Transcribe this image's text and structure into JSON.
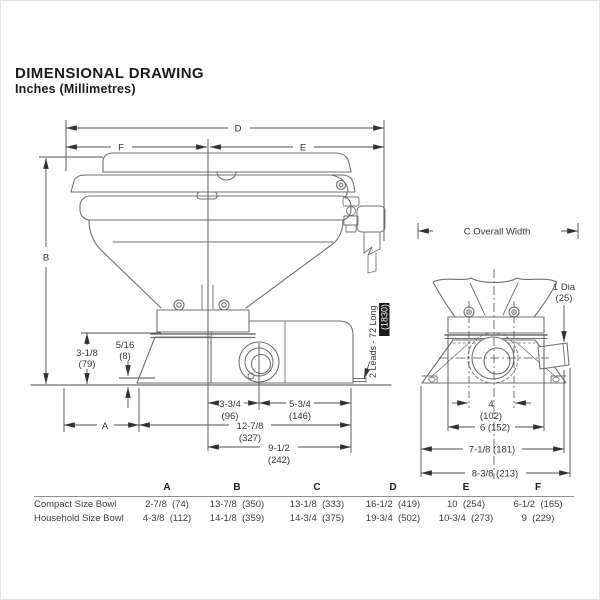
{
  "page": {
    "title": "DIMENSIONAL DRAWING",
    "subtitle": "Inches (Millimetres)"
  },
  "side_view": {
    "label_a": "A",
    "label_b": "B",
    "label_d": "D",
    "label_e": "E",
    "label_f": "F",
    "base_height": {
      "in": "3-1/8",
      "mm": "(79)"
    },
    "flange_thickness": {
      "in": "5/16",
      "mm": "(8)"
    },
    "pump_offset": {
      "in": "3-3/4",
      "mm": "(96)"
    },
    "motor_length": {
      "in": "5-3/4",
      "mm": "(146)"
    },
    "overall_base_length": {
      "in": "12-7/8",
      "mm": "(327)"
    },
    "rear_length": {
      "in": "9-1/2",
      "mm": "(242)"
    },
    "leads_note": "2 Leads - 72 Long",
    "leads_note_mm": "(1830)"
  },
  "rear_view": {
    "overall_width_label": "C Overall Width",
    "discharge_dia": {
      "in": "1 Dia",
      "mm": "(25)"
    },
    "bolt_spacing": {
      "in": "4",
      "mm": "(102)"
    },
    "width_inner": "6 (152)",
    "width_mid": "7-1/8 (181)",
    "width_outer": "8-3/8 (213)"
  },
  "table": {
    "columns": [
      "A",
      "B",
      "C",
      "D",
      "E",
      "F"
    ],
    "rows": [
      {
        "label": "Compact Size Bowl",
        "values": [
          "2-7/8  (74)",
          "13-7/8  (350)",
          "13-1/8  (333)",
          "16-1/2  (419)",
          "10  (254)",
          "6-1/2  (165)"
        ]
      },
      {
        "label": "Household Size Bowl",
        "values": [
          "4-3/8  (112)",
          "14-1/8  (359)",
          "14-3/4  (375)",
          "19-3/4  (502)",
          "10-3/4  (273)",
          "9  (229)"
        ]
      }
    ]
  },
  "colors": {
    "outline": "#6e7173",
    "dimension": "#4d5052",
    "text": "#333538",
    "highlight_bg": "#1a1a1a"
  }
}
